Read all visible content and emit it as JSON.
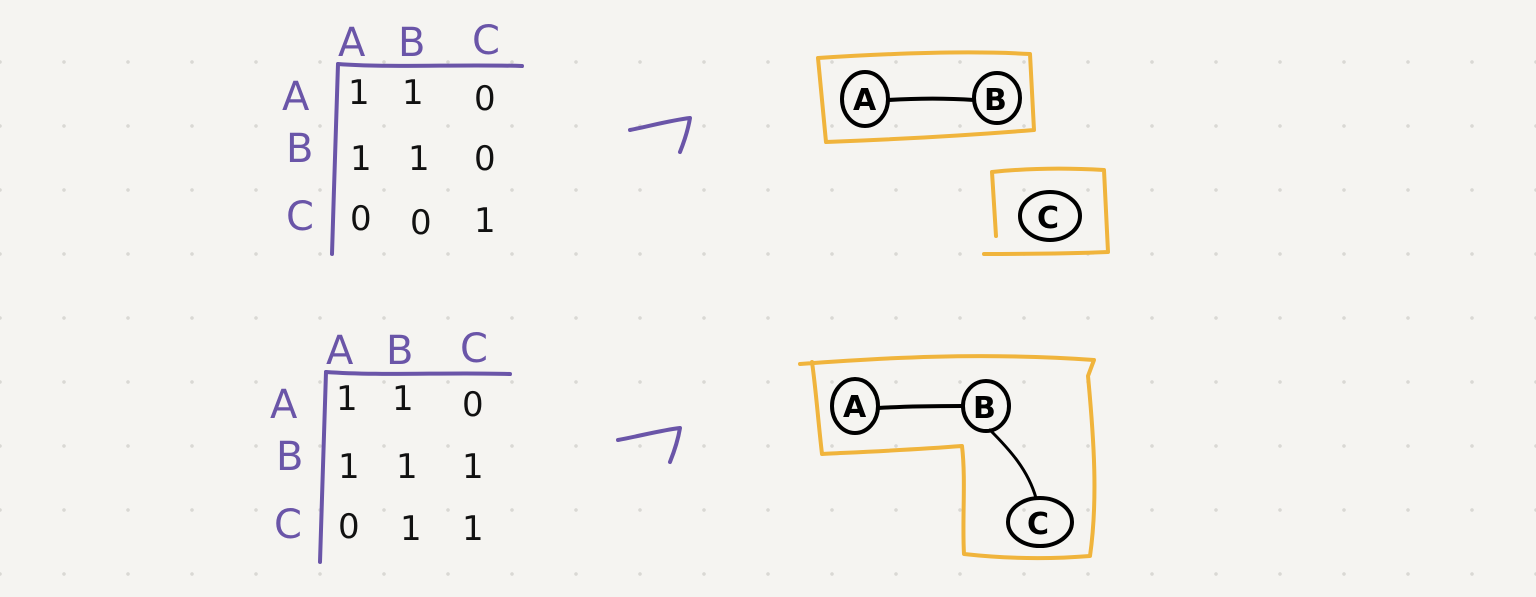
{
  "colors": {
    "background": "#f5f4f1",
    "matrix_ink": "#6a55a8",
    "value_ink": "#111111",
    "component_box": "#f0b43c",
    "node_ink": "#000000"
  },
  "examples": [
    {
      "matrix": {
        "col_headers": [
          "A",
          "B",
          "C"
        ],
        "row_headers": [
          "A",
          "B",
          "C"
        ],
        "rows": [
          [
            "1",
            "1",
            "0"
          ],
          [
            "1",
            "1",
            "0"
          ],
          [
            "0",
            "0",
            "1"
          ]
        ]
      },
      "nodes": [
        "A",
        "B",
        "C"
      ],
      "edges": [
        [
          "A",
          "B"
        ]
      ],
      "components": [
        [
          "A",
          "B"
        ],
        [
          "C"
        ]
      ]
    },
    {
      "matrix": {
        "col_headers": [
          "A",
          "B",
          "C"
        ],
        "row_headers": [
          "A",
          "B",
          "C"
        ],
        "rows": [
          [
            "1",
            "1",
            "0"
          ],
          [
            "1",
            "1",
            "1"
          ],
          [
            "0",
            "1",
            "1"
          ]
        ]
      },
      "nodes": [
        "A",
        "B",
        "C"
      ],
      "edges": [
        [
          "A",
          "B"
        ],
        [
          "B",
          "C"
        ]
      ],
      "components": [
        [
          "A",
          "B",
          "C"
        ]
      ]
    }
  ]
}
